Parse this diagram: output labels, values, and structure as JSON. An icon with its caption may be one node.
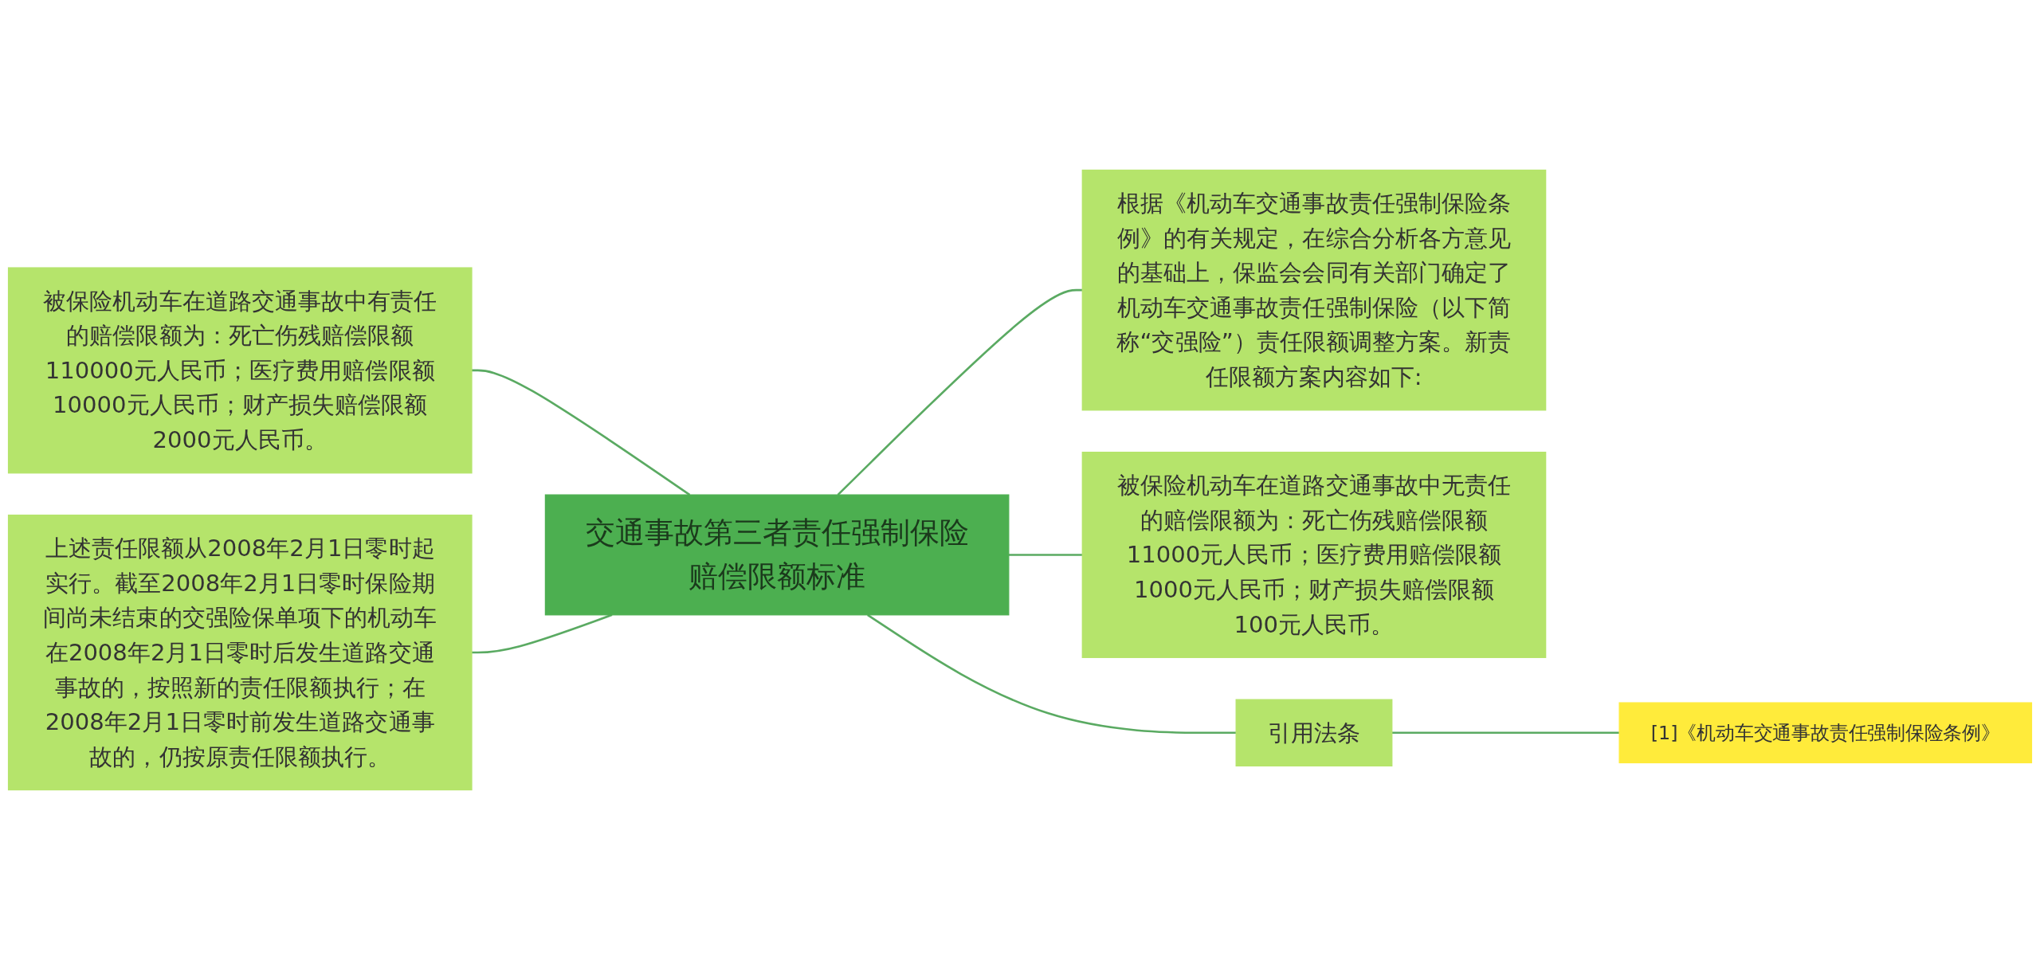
{
  "diagram": {
    "nodes": [
      {
        "text": [
          "交通事故第三者责任强制保险赔偿限额标准"
        ]
      },
      {
        "text": [
          "被保险机动车在道路交通事故中有责任的赔偿限额为：死亡伤残赔偿限额110000元人民币；医疗费用赔偿限额10000元人民币；财产损失赔偿限额2000元人民币。"
        ]
      },
      {
        "text": [
          "上述责任限额从2008年2月1日零时起实行。截至2008年2月1日零时保险期间尚未结束的交强险保单项下的机动车在2008年2月1日零时后发生道路交通事故的，按照新的责任限额执行；在2008年2月1日零时前发生道路交通事故的，仍按原责任限额执行。"
        ]
      },
      {
        "text": [
          "根据《机动车交通事故责任强制保险条例》的有关规定，在综合分析各方意见的基础上，保监会会同有关部门确定了机动车交通事故责任强制保险（以下简称“交强险”）责任限额调整方案。新责任限额方案内容如下:"
        ]
      },
      {
        "text": [
          "被保险机动车在道路交通事故中无责任的赔偿限额为：死亡伤残赔偿限额11000元人民币；医疗费用赔偿限额1000元人民币；财产损失赔偿限额100元人民币。"
        ]
      },
      {
        "text": [
          "引用法条"
        ]
      },
      {
        "text": [
          "[1]《机动车交通事故责任强制保险条例》"
        ]
      }
    ],
    "edges": [
      {
        "from": 1,
        "to": 0,
        "arrow": "none"
      },
      {
        "from": 2,
        "to": 0,
        "arrow": "none"
      },
      {
        "from": 0,
        "to": 3,
        "arrow": "none"
      },
      {
        "from": 0,
        "to": 4,
        "arrow": "none"
      },
      {
        "from": 0,
        "to": 5,
        "arrow": "none"
      },
      {
        "from": 5,
        "to": 6,
        "arrow": "none"
      }
    ]
  }
}
